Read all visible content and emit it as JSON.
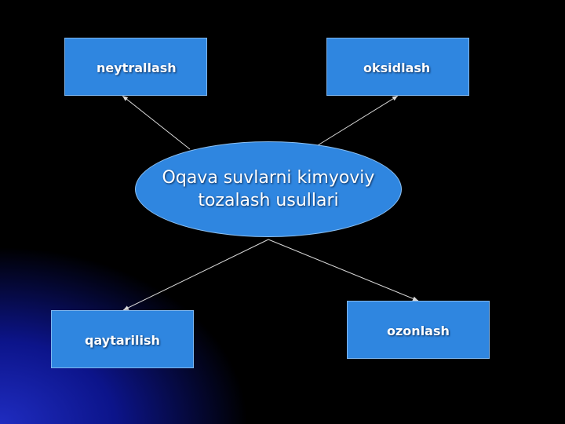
{
  "diagram": {
    "center": {
      "line1": "Oqava suvlarni kimyoviy",
      "line2": "tozalash usullari"
    },
    "methods": {
      "top_left": "neytrallash",
      "top_right": "oksidlash",
      "bottom_left": "qaytarilish",
      "bottom_right": "ozonlash"
    }
  },
  "colors": {
    "background": "#000000",
    "box_fill": "#2f86e0",
    "arrow": "#d8d8d8"
  }
}
